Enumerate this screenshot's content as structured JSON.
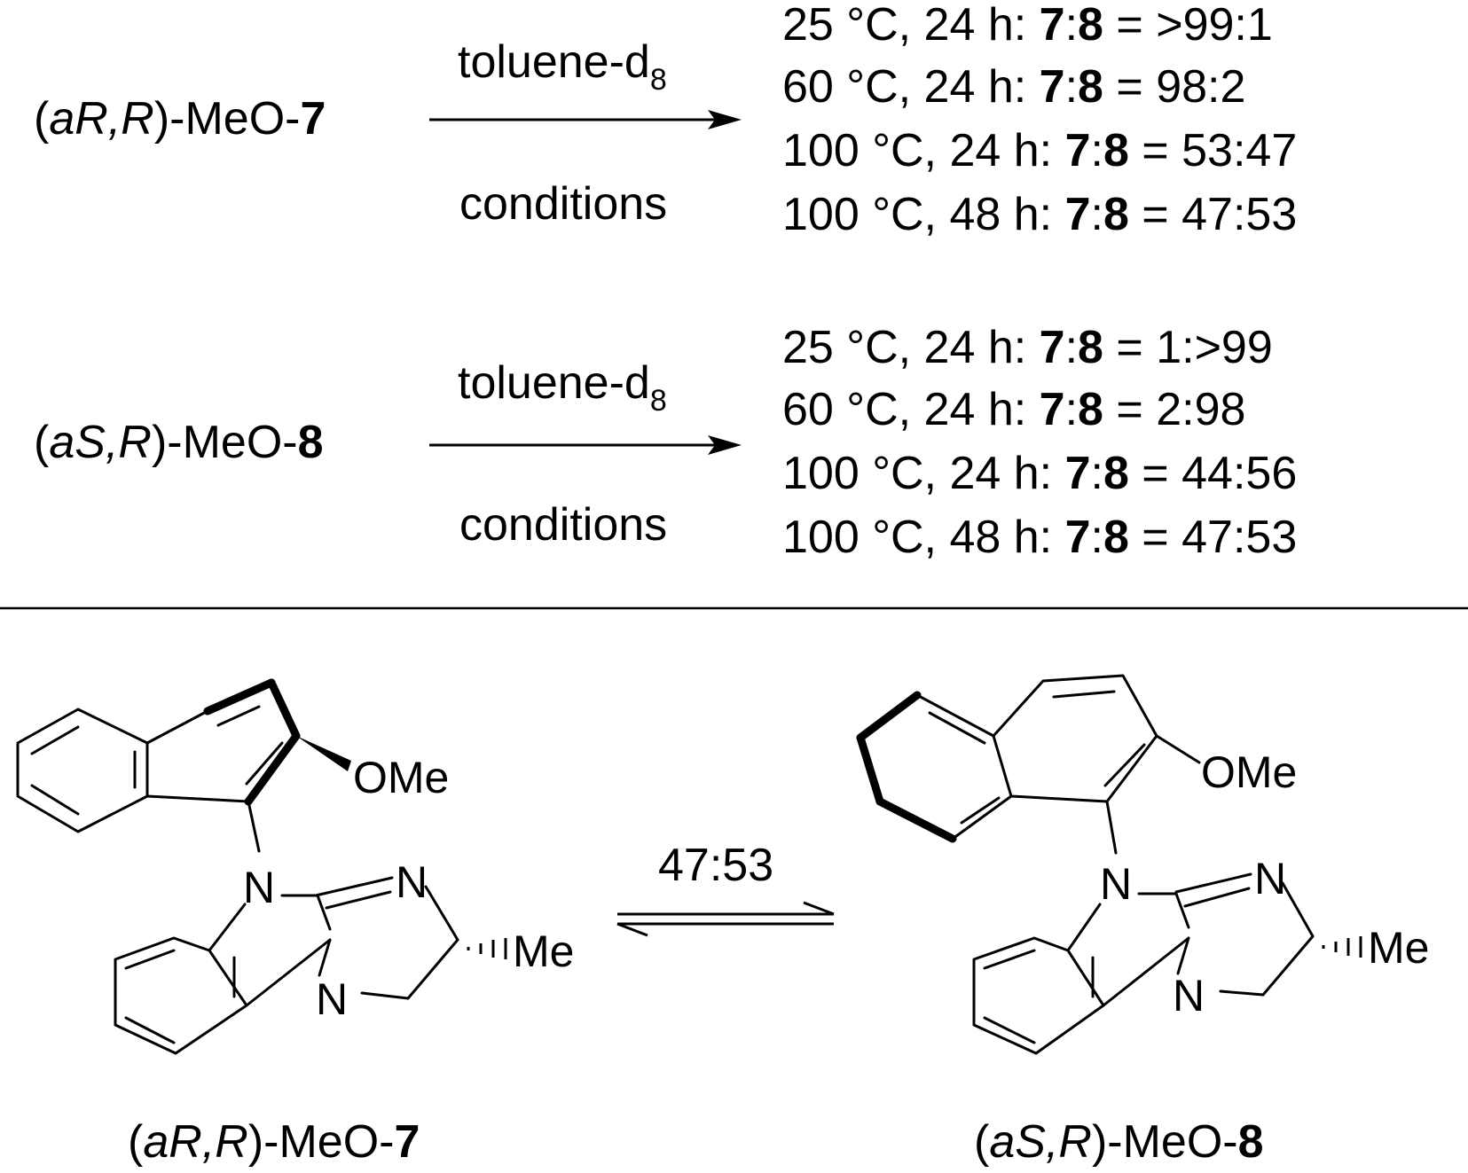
{
  "reaction1": {
    "reactant": {
      "prefix": "(",
      "a": "a",
      "R1": "R",
      "comma": ",",
      "R2": "R",
      "suffix": ")-MeO-",
      "num": "7"
    },
    "solvent": "toluene-d",
    "solvent_sub": "8",
    "condition": "conditions",
    "results": [
      {
        "cond": "25 °C, 24 h: ",
        "a": "7",
        "sep": ":",
        "b": "8",
        "ratio": " = >99:1"
      },
      {
        "cond": "60 °C, 24 h: ",
        "a": "7",
        "sep": ":",
        "b": "8",
        "ratio": " = 98:2"
      },
      {
        "cond": "100 °C, 24 h: ",
        "a": "7",
        "sep": ":",
        "b": "8",
        "ratio": " = 53:47"
      },
      {
        "cond": "100 °C, 48 h: ",
        "a": "7",
        "sep": ":",
        "b": "8",
        "ratio": " = 47:53"
      }
    ]
  },
  "reaction2": {
    "reactant": {
      "prefix": "(",
      "a": "a",
      "S": "S",
      "comma": ",",
      "R2": "R",
      "suffix": ")-MeO-",
      "num": "8"
    },
    "solvent": "toluene-d",
    "solvent_sub": "8",
    "condition": "conditions",
    "results": [
      {
        "cond": "25 °C, 24 h: ",
        "a": "7",
        "sep": ":",
        "b": "8",
        "ratio": " = 1:>99"
      },
      {
        "cond": "60 °C, 24 h: ",
        "a": "7",
        "sep": ":",
        "b": "8",
        "ratio": " = 2:98"
      },
      {
        "cond": "100 °C, 24 h: ",
        "a": "7",
        "sep": ":",
        "b": "8",
        "ratio": " = 44:56"
      },
      {
        "cond": "100 °C, 48 h: ",
        "a": "7",
        "sep": ":",
        "b": "8",
        "ratio": " = 47:53"
      }
    ]
  },
  "equilibrium": {
    "ratio": "47:53",
    "left": {
      "prefix": "(",
      "a": "a",
      "R1": "R",
      "comma": ",",
      "R2": "R",
      "suffix": ")-MeO-",
      "num": "7"
    },
    "right": {
      "prefix": "(",
      "a": "a",
      "S": "S",
      "comma": ",",
      "R2": "R",
      "suffix": ")-MeO-",
      "num": "8"
    }
  },
  "atoms": {
    "ome": "OMe",
    "n": "N",
    "me": "Me"
  }
}
